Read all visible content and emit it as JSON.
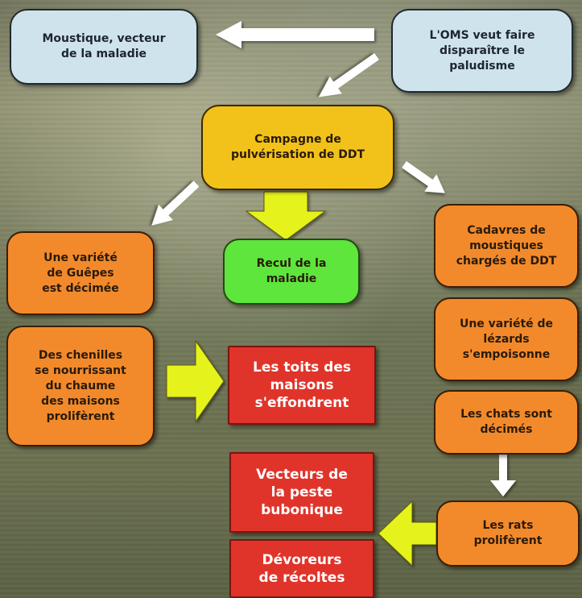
{
  "colors": {
    "blue_box": "#cfe3ec",
    "yellow_box": "#f2c21a",
    "green_box": "#5ee63c",
    "orange_box": "#f28a2b",
    "red_box": "#e0342a",
    "white_arrow": "#ffffff",
    "yellow_arrow": "#e6f21e"
  },
  "nodes": {
    "mosquito_vector": "Moustique, vecteur\nde la maladie",
    "oms_goal": "L'OMS veut faire\ndisparaître le\npaludisme",
    "ddt_campaign": "Campagne de\npulvérisation de DDT",
    "disease_retreat": "Recul de la\nmaladie",
    "wasps_decimated": "Une variété\nde Guêpes\nest décimée",
    "caterpillars": "Des chenilles\nse nourrissant\ndu chaume\ndes maisons\nprolifèrent",
    "roofs_collapse": "Les toits des\nmaisons\ns'effondrent",
    "mosquito_corpses": "Cadavres de\nmoustiques\nchargés de DDT",
    "lizards_poisoned": "Une variété de\nlézards\ns'empoisonne",
    "cats_decimated": "Les chats sont\ndécimés",
    "rats_proliferate": "Les rats\nprolifèrent",
    "plague_vectors": "Vecteurs de\nla peste\nbubonique",
    "crop_devourers": "Dévoreurs\nde récoltes"
  },
  "arrows": [
    {
      "from": "oms_goal",
      "to": "mosquito_vector",
      "color": "white"
    },
    {
      "from": "oms_goal",
      "to": "ddt_campaign",
      "color": "white"
    },
    {
      "from": "ddt_campaign",
      "to": "wasps_decimated",
      "color": "white"
    },
    {
      "from": "ddt_campaign",
      "to": "disease_retreat",
      "color": "yellow"
    },
    {
      "from": "ddt_campaign",
      "to": "mosquito_corpses",
      "color": "white"
    },
    {
      "from": "caterpillars",
      "to": "roofs_collapse",
      "color": "yellow"
    },
    {
      "from": "cats_decimated",
      "to": "rats_proliferate",
      "color": "white"
    },
    {
      "from": "rats_proliferate",
      "to": "plague_vectors",
      "color": "yellow"
    }
  ]
}
